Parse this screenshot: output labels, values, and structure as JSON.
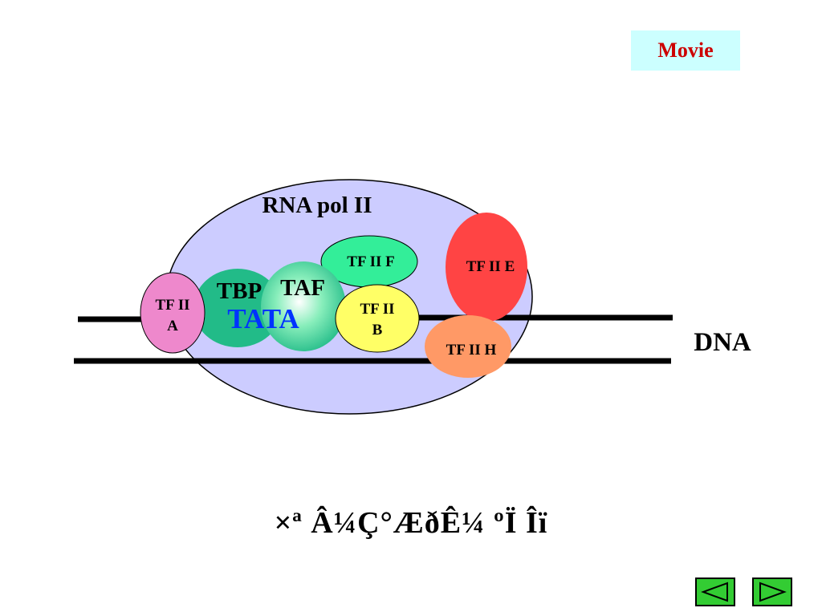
{
  "movie_button": {
    "label": "Movie"
  },
  "diagram": {
    "polymerase_label": "RNA pol II",
    "dna_label": "DNA",
    "tata_label": "TATA",
    "proteins": {
      "tbp": "TBP",
      "taf": "TAF",
      "tfiif": "TF II F",
      "tfiie": "TF II E",
      "tfiia_line1": "TF II",
      "tfiia_line2": "A",
      "tfiib_line1": "TF II",
      "tfiib_line2": "B",
      "tfiih": "TF II H"
    },
    "colors": {
      "polymerase": "#ccccff",
      "tbp": "#22bb88",
      "taf": "#44cc99",
      "tfiia": "#ee88cc",
      "tfiib": "#ffff66",
      "tfiif": "#33ee99",
      "tfiie": "#ff4444",
      "tfiih": "#ff9966",
      "tata": "#0033ff",
      "dna": "#000000"
    }
  },
  "caption": "×ª Â¼Ç°ÆðÊ¼ ºÏ Îï",
  "navigation": {
    "prev_icon": "triangle-left-icon",
    "next_icon": "triangle-right-icon"
  }
}
